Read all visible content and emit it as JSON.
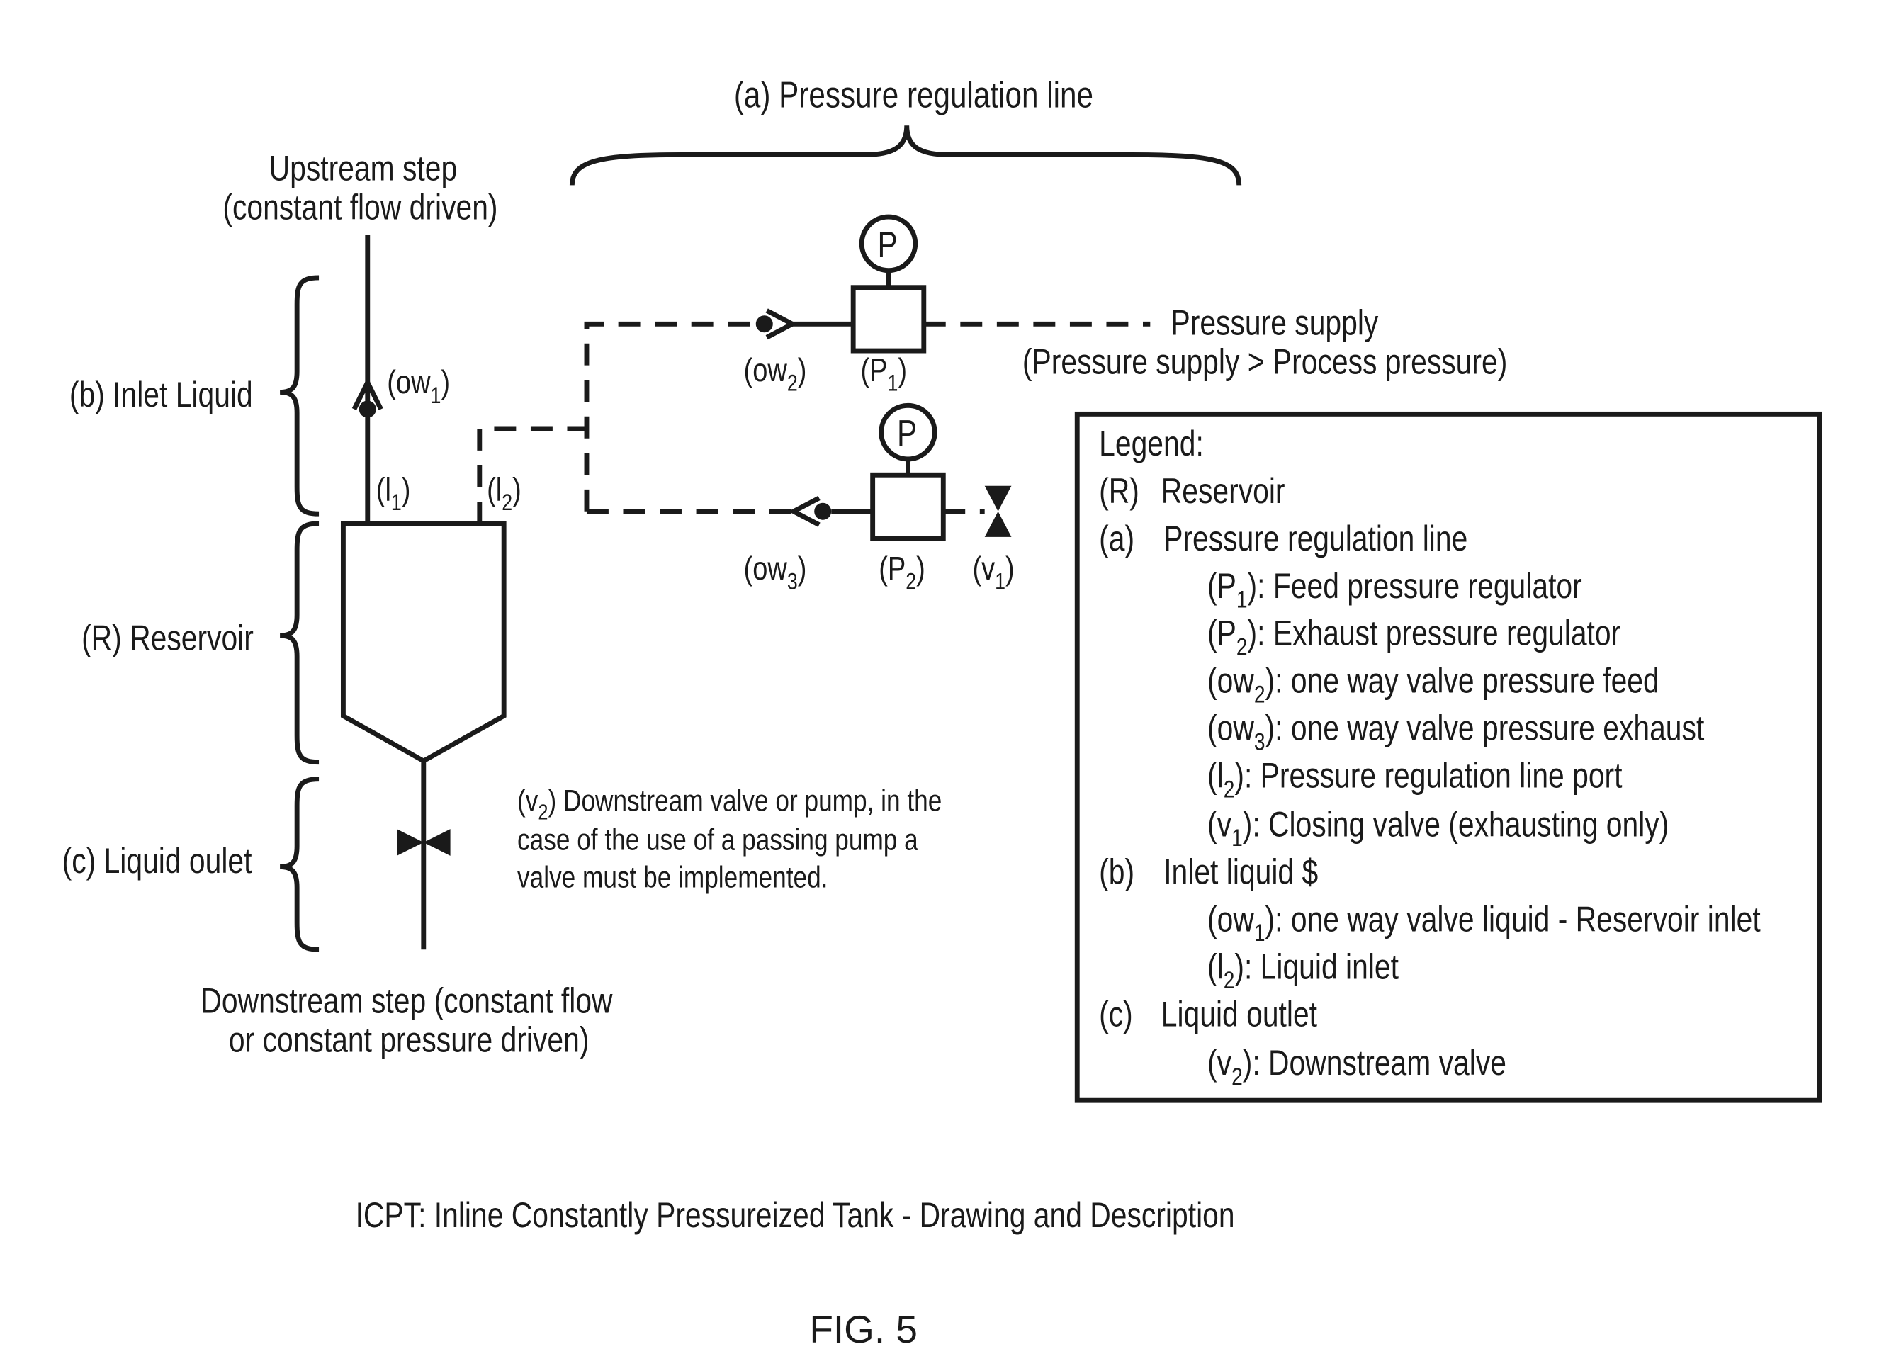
{
  "header": {
    "pressure_line_title": "(a) Pressure regulation line"
  },
  "labels": {
    "upstream_line1": "Upstream step",
    "upstream_line2": "(constant flow driven)",
    "inlet_liquid": "(b) Inlet Liquid",
    "reservoir": "(R) Reservoir",
    "liquid_outlet": "(c) Liquid oulet",
    "downstream_line1": "Downstream step (constant flow",
    "downstream_line2": "or constant pressure driven)",
    "pressure_supply_line1": "Pressure supply",
    "pressure_supply_line2": "(Pressure supply > Process pressure)",
    "gauge_symbol": "P"
  },
  "tags": {
    "ow1": {
      "base": "(ow",
      "sub": "1",
      "end": ")"
    },
    "l1": {
      "base": "(l",
      "sub": "1",
      "end": ")"
    },
    "l2": {
      "base": "(l",
      "sub": "2",
      "end": ")"
    },
    "ow2": {
      "base": "(ow",
      "sub": "2",
      "end": ")"
    },
    "p1": {
      "base": "(P",
      "sub": "1",
      "end": ")"
    },
    "ow3": {
      "base": "(ow",
      "sub": "3",
      "end": ")"
    },
    "p2": {
      "base": "(P",
      "sub": "2",
      "end": ")"
    },
    "v1": {
      "base": "(v",
      "sub": "1",
      "end": ")"
    }
  },
  "v2_note": {
    "prefix": "(v",
    "sub": "2",
    "line1_rest": ") Downstream valve or pump, in the",
    "line2": "case of the use of a passing pump a",
    "line3": "valve must be implemented."
  },
  "legend": {
    "title": "Legend:",
    "r": {
      "code": "(R)",
      "text": "Reservoir"
    },
    "a": {
      "code": "(a)",
      "text": "Pressure regulation line"
    },
    "p1": {
      "base": "(P",
      "sub": "1",
      "text": "): Feed pressure regulator"
    },
    "p2": {
      "base": "(P",
      "sub": "2",
      "text": "): Exhaust pressure regulator"
    },
    "ow2": {
      "base": "(ow",
      "sub": "2",
      "text": "): one way valve pressure feed"
    },
    "ow3": {
      "base": "(ow",
      "sub": "3",
      "text": "): one way valve pressure exhaust"
    },
    "l2a": {
      "base": "(l",
      "sub": "2",
      "text": "): Pressure regulation line port"
    },
    "v1": {
      "base": "(v",
      "sub": "1",
      "text": "): Closing valve (exhausting only)"
    },
    "b": {
      "code": "(b)",
      "text": "Inlet liquid $"
    },
    "ow1": {
      "base": "(ow",
      "sub": "1",
      "text": "): one way valve liquid - Reservoir inlet"
    },
    "l2b": {
      "base": "(l",
      "sub": "2",
      "text": "): Liquid inlet"
    },
    "c": {
      "code": "(c)",
      "text": "Liquid outlet"
    },
    "v2": {
      "base": "(v",
      "sub": "2",
      "text": "): Downstream valve"
    }
  },
  "caption": "ICPT: Inline Constantly Pressureized Tank - Drawing and Description",
  "figure_label": "FIG. 5"
}
